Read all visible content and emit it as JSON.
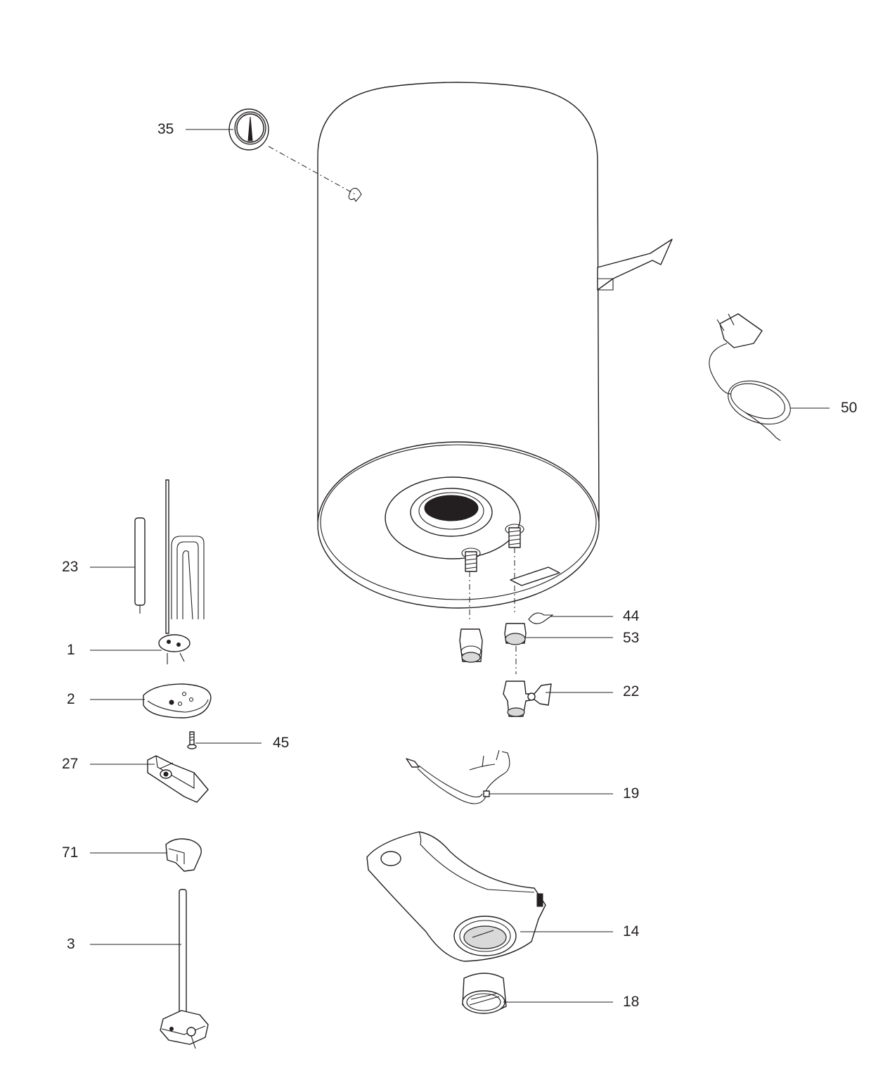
{
  "parts": [
    {
      "id": "35",
      "name": "thermometer-dial"
    },
    {
      "id": "50",
      "name": "power-cord-plug"
    },
    {
      "id": "23",
      "name": "anode-rod"
    },
    {
      "id": "1",
      "name": "heating-element"
    },
    {
      "id": "2",
      "name": "flange-gasket"
    },
    {
      "id": "45",
      "name": "screw"
    },
    {
      "id": "27",
      "name": "flange-bracket"
    },
    {
      "id": "71",
      "name": "clip"
    },
    {
      "id": "3",
      "name": "thermostat"
    },
    {
      "id": "44",
      "name": "pipe-clip"
    },
    {
      "id": "53",
      "name": "dielectric-fitting"
    },
    {
      "id": "22",
      "name": "safety-valve"
    },
    {
      "id": "19",
      "name": "thermal-cutout-probe"
    },
    {
      "id": "14",
      "name": "bottom-cover"
    },
    {
      "id": "18",
      "name": "control-knob"
    }
  ],
  "colors": {
    "line": "#231f20",
    "background": "#ffffff"
  }
}
